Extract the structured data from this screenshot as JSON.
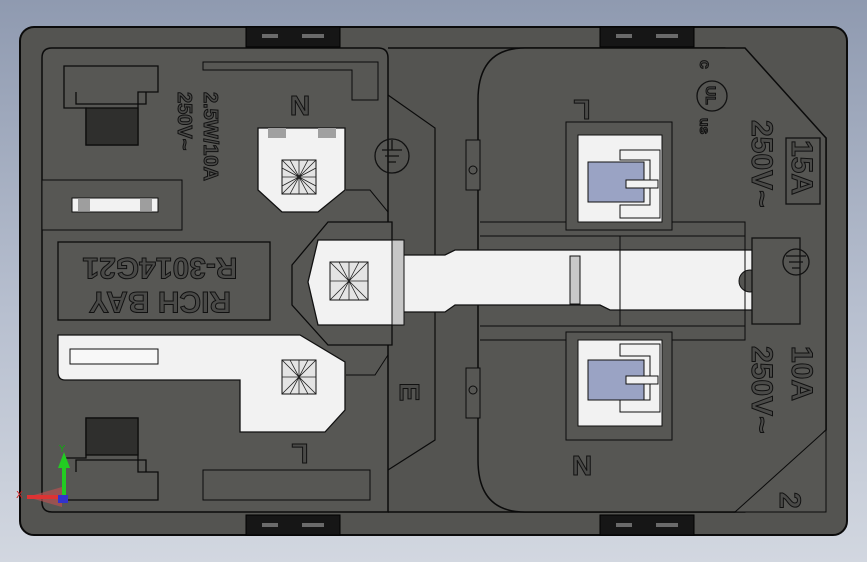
{
  "viewport": {
    "background": "#a9b2c4"
  },
  "part": {
    "body_color": "#545451",
    "outline_color": "#0b0b0b",
    "contact_color": "#f2f2f2",
    "plug_color": "#9aa3c4"
  },
  "engravings": {
    "rating_small": "2.5W/10A",
    "voltage_small": "250V~",
    "brand": "RICH BAY",
    "model": "R-3014G21",
    "terminal_n_top": "N",
    "terminal_l_top": "L",
    "terminal_e": "E",
    "terminal_l_bottom": "L",
    "terminal_n_bottom": "N",
    "rating_15a": "15A",
    "voltage_15a": "250V~",
    "rating_10a": "10A",
    "voltage_10a": "250V~",
    "cert_c": "c",
    "cert_us": "us",
    "index_number": "2"
  },
  "triad": {
    "x_label": "X",
    "y_label": "Y"
  }
}
